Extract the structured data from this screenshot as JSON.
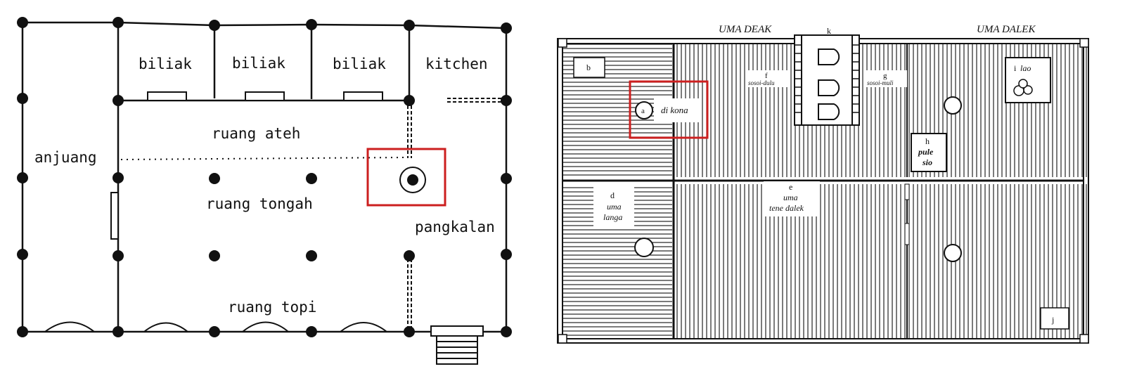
{
  "left_plan": {
    "rooms": {
      "biliak_1": "biliak",
      "biliak_2": "biliak",
      "biliak_3": "biliak",
      "kitchen": "kitchen",
      "anjuang": "anjuang",
      "ruang_ateh": "ruang ateh",
      "ruang_tongah": "ruang tongah",
      "pangkalan": "pangkalan",
      "ruang_topi": "ruang topi"
    },
    "highlight_color": "#cc1f1f"
  },
  "right_plan": {
    "headings": {
      "uma_deak": "UMA DEAK",
      "uma_dalek": "UMA DALEK"
    },
    "letters": {
      "a": "a",
      "b": "b",
      "d": "d",
      "e": "e",
      "f": "f",
      "g": "g",
      "h": "h",
      "i": "i",
      "j": "j",
      "k": "k"
    },
    "labels": {
      "di_kona": "di kona",
      "sosoi_dulu": "sosoi-dulu",
      "sosoi_muli": "sosoi-muli",
      "pule": "pule",
      "sio": "sio",
      "lao": "lao",
      "uma_langa_1": "uma",
      "uma_langa_2": "langa",
      "uma_tene_1": "uma",
      "uma_tene_2": "tene dalek"
    },
    "highlight_color": "#cc1f1f"
  }
}
